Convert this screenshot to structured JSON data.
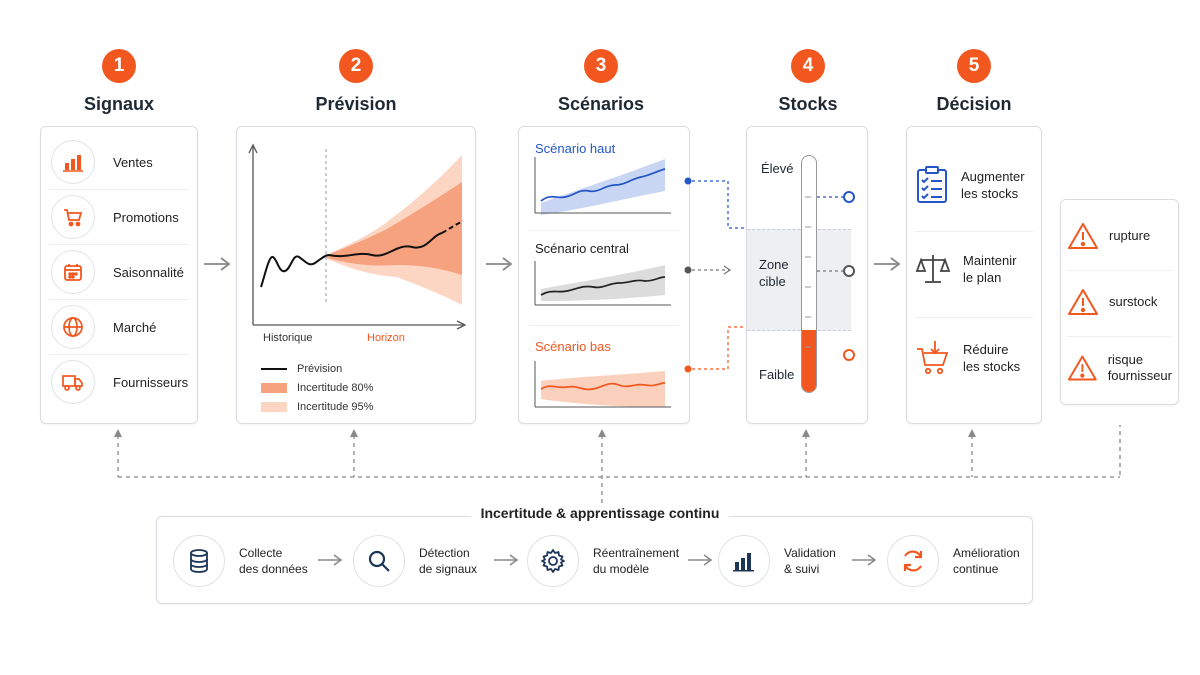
{
  "steps": [
    {
      "number": "1",
      "title": "Signaux"
    },
    {
      "number": "2",
      "title": "Prévision"
    },
    {
      "number": "3",
      "title": "Scénarios"
    },
    {
      "number": "4",
      "title": "Stocks"
    },
    {
      "number": "5",
      "title": "Décision"
    }
  ],
  "signals": [
    {
      "label": "Ventes",
      "icon": "bar-chart-icon"
    },
    {
      "label": "Promotions",
      "icon": "shopping-cart-icon"
    },
    {
      "label": "Saisonnalité",
      "icon": "calendar-icon"
    },
    {
      "label": "Marché",
      "icon": "globe-icon"
    },
    {
      "label": "Fournisseurs",
      "icon": "truck-icon"
    }
  ],
  "forecast": {
    "xlabel_left": "Historique",
    "xlabel_right": "Horizon",
    "legend": [
      "Prévision",
      "Incertitude 80%",
      "Incertitude 95%"
    ]
  },
  "scenarios": {
    "high": "Scénario haut",
    "central": "Scénario central",
    "low": "Scénario bas"
  },
  "stocks": {
    "high": "Élevé",
    "target_line1": "Zone",
    "target_line2": "cible",
    "low": "Faible"
  },
  "decisions": [
    {
      "line1": "Augmenter",
      "line2": "les stocks",
      "icon": "clipboard-checklist-icon"
    },
    {
      "line1": "Maintenir",
      "line2": "le plan",
      "icon": "balance-scale-icon"
    },
    {
      "line1": "Réduire",
      "line2": "les stocks",
      "icon": "cart-down-icon"
    }
  ],
  "risks": [
    {
      "line1": "rupture",
      "line2": ""
    },
    {
      "line1": "surstock",
      "line2": ""
    },
    {
      "line1": "risque",
      "line2": "fournisseur"
    }
  ],
  "loop": {
    "title": "Incertitude & apprentissage continu",
    "items": [
      {
        "line1": "Collecte",
        "line2": "des données",
        "icon": "database-icon"
      },
      {
        "line1": "Détection",
        "line2": "de signaux",
        "icon": "search-icon"
      },
      {
        "line1": "Réentraînement",
        "line2": "du modèle",
        "icon": "gear-icon"
      },
      {
        "line1": "Validation",
        "line2": "& suivi",
        "icon": "bar-chart-icon"
      },
      {
        "line1": "Amélioration",
        "line2": "continue",
        "icon": "refresh-icon"
      }
    ]
  },
  "colors": {
    "accent": "#f2571f",
    "blue": "#2456c8",
    "grey": "#555555",
    "band80": "#f7a27f",
    "band95": "#fcd5c3"
  }
}
